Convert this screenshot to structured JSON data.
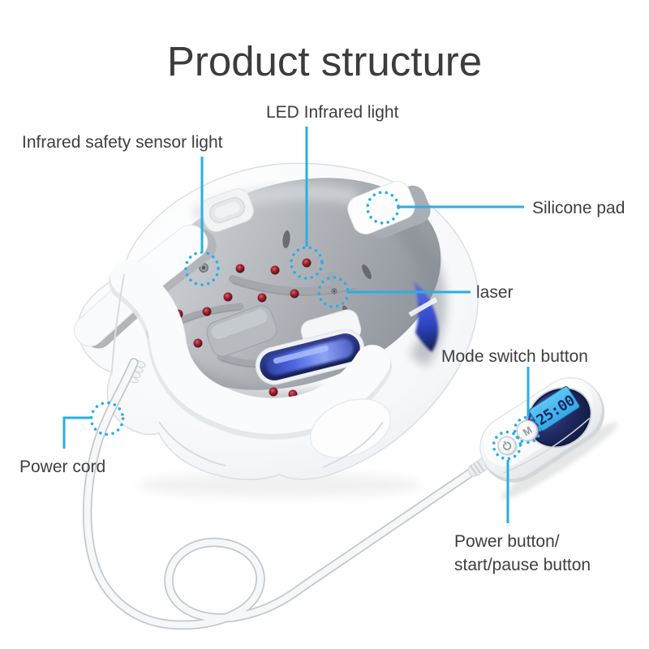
{
  "title": "Product structure",
  "labels": {
    "led_infrared": "LED Infrared light",
    "infrared_sensor": "Infrared safety sensor light",
    "silicone_pad": "Silicone pad",
    "laser": "laser",
    "mode_switch": "Mode switch button",
    "power_cord": "Power cord",
    "power_button_line1": "Power button/",
    "power_button_line2": "start/pause button"
  },
  "remote": {
    "display_time": "25:00",
    "mode_button_label": "M"
  },
  "colors": {
    "leader_line": "#2aaee6",
    "label_text": "#3e3e3e",
    "lcd_screen": "#44b6ef",
    "lcd_digits": "#0f2a63",
    "display_panel": "#1c2558",
    "accent_blue": "#3d55dd",
    "diode_red": "#8e2130"
  }
}
